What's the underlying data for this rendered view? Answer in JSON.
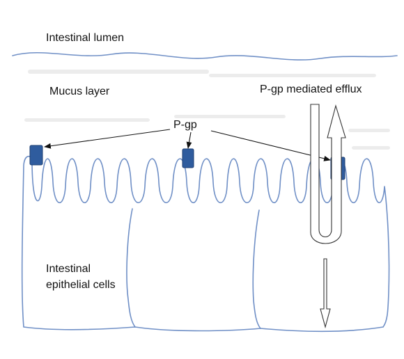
{
  "labels": {
    "lumen": "Intestinal lumen",
    "mucus": "Mucus layer",
    "efflux": "P-gp mediated efflux",
    "pgp": "P-gp",
    "cells_line1": "Intestinal",
    "cells_line2": "epithelial cells"
  },
  "colors": {
    "membrane": "#6f8fc6",
    "pgp": "#2f5c9e",
    "text": "#111111"
  }
}
